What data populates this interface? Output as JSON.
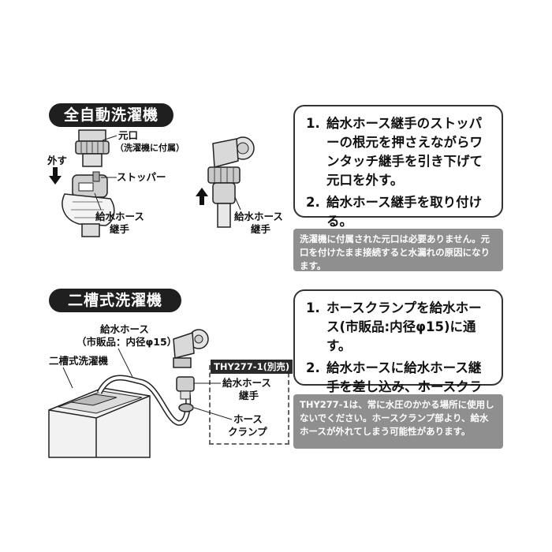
{
  "sections": {
    "auto": {
      "badge": "全自動洗濯機",
      "instructions": [
        {
          "num": "1.",
          "text": "給水ホース継手のストッパーの根元を押さえながらワンタッチ継手を引き下げて元口を外す。"
        },
        {
          "num": "2.",
          "text": "給水ホース継手を取り付ける。"
        }
      ],
      "note": "洗濯機に付属された元口は必要ありません。元口を付けたまま接続すると水漏れの原因になります。",
      "labels": {
        "motoguchi": "元口",
        "motoguchi_sub": "（洗濯機に付属）",
        "hazusu": "外す",
        "stopper": "ストッパー",
        "joint_left_1": "給水ホース",
        "joint_left_2": "継手",
        "joint_right_1": "給水ホース",
        "joint_right_2": "継手"
      }
    },
    "twin": {
      "badge": "二槽式洗濯機",
      "instructions": [
        {
          "num": "1.",
          "text": "ホースクランプを給水ホース(市販品:内径φ15)に通す。"
        },
        {
          "num": "2.",
          "text": "給水ホースに給水ホース継手を差し込み、ホースクランプで締め付ける。"
        }
      ],
      "note": "THY277-1は、常に水圧のかかる場所に使用しないでください。ホースクランプ部より、給水ホースが外れてしまう可能性があります。",
      "labels": {
        "hose_1": "給水ホース",
        "hose_2": "（市販品：内径φ15）",
        "machine": "二槽式洗濯機",
        "thy_tag": "THY277-1(別売)",
        "joint_1": "給水ホース",
        "joint_2": "継手",
        "clamp_1": "ホース",
        "clamp_2": "クランプ"
      }
    }
  },
  "colors": {
    "badge_bg": "#1f1f1f",
    "note_bg": "#8f8f8f",
    "border": "#333333"
  },
  "icons": [
    "arrow-down-icon",
    "arrow-up-icon"
  ]
}
